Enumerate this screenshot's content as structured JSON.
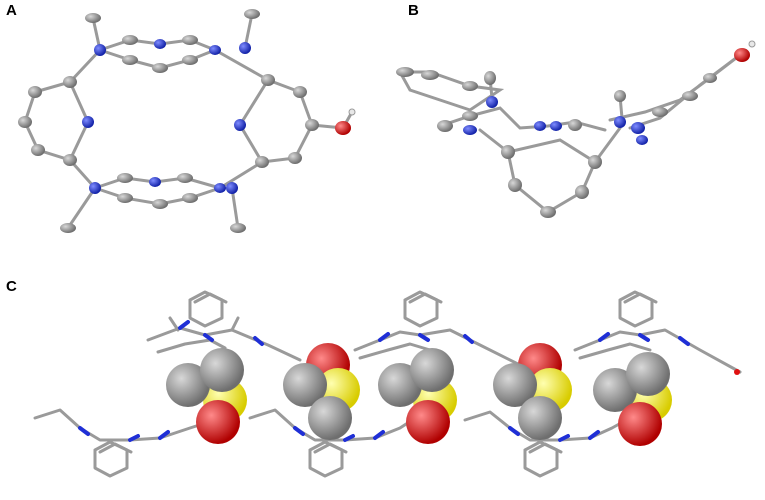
{
  "panels": [
    {
      "label": "A"
    },
    {
      "label": "B"
    },
    {
      "label": "C"
    }
  ],
  "colors": {
    "carbon": "#8a8a8a",
    "carbon_light": "#b5b5b5",
    "nitrogen": "#1f2fd6",
    "oxygen": "#e01010",
    "sulfur": "#f2ee1a",
    "hydrogen": "#e8e8e8",
    "bond": "#9a9a9a"
  }
}
